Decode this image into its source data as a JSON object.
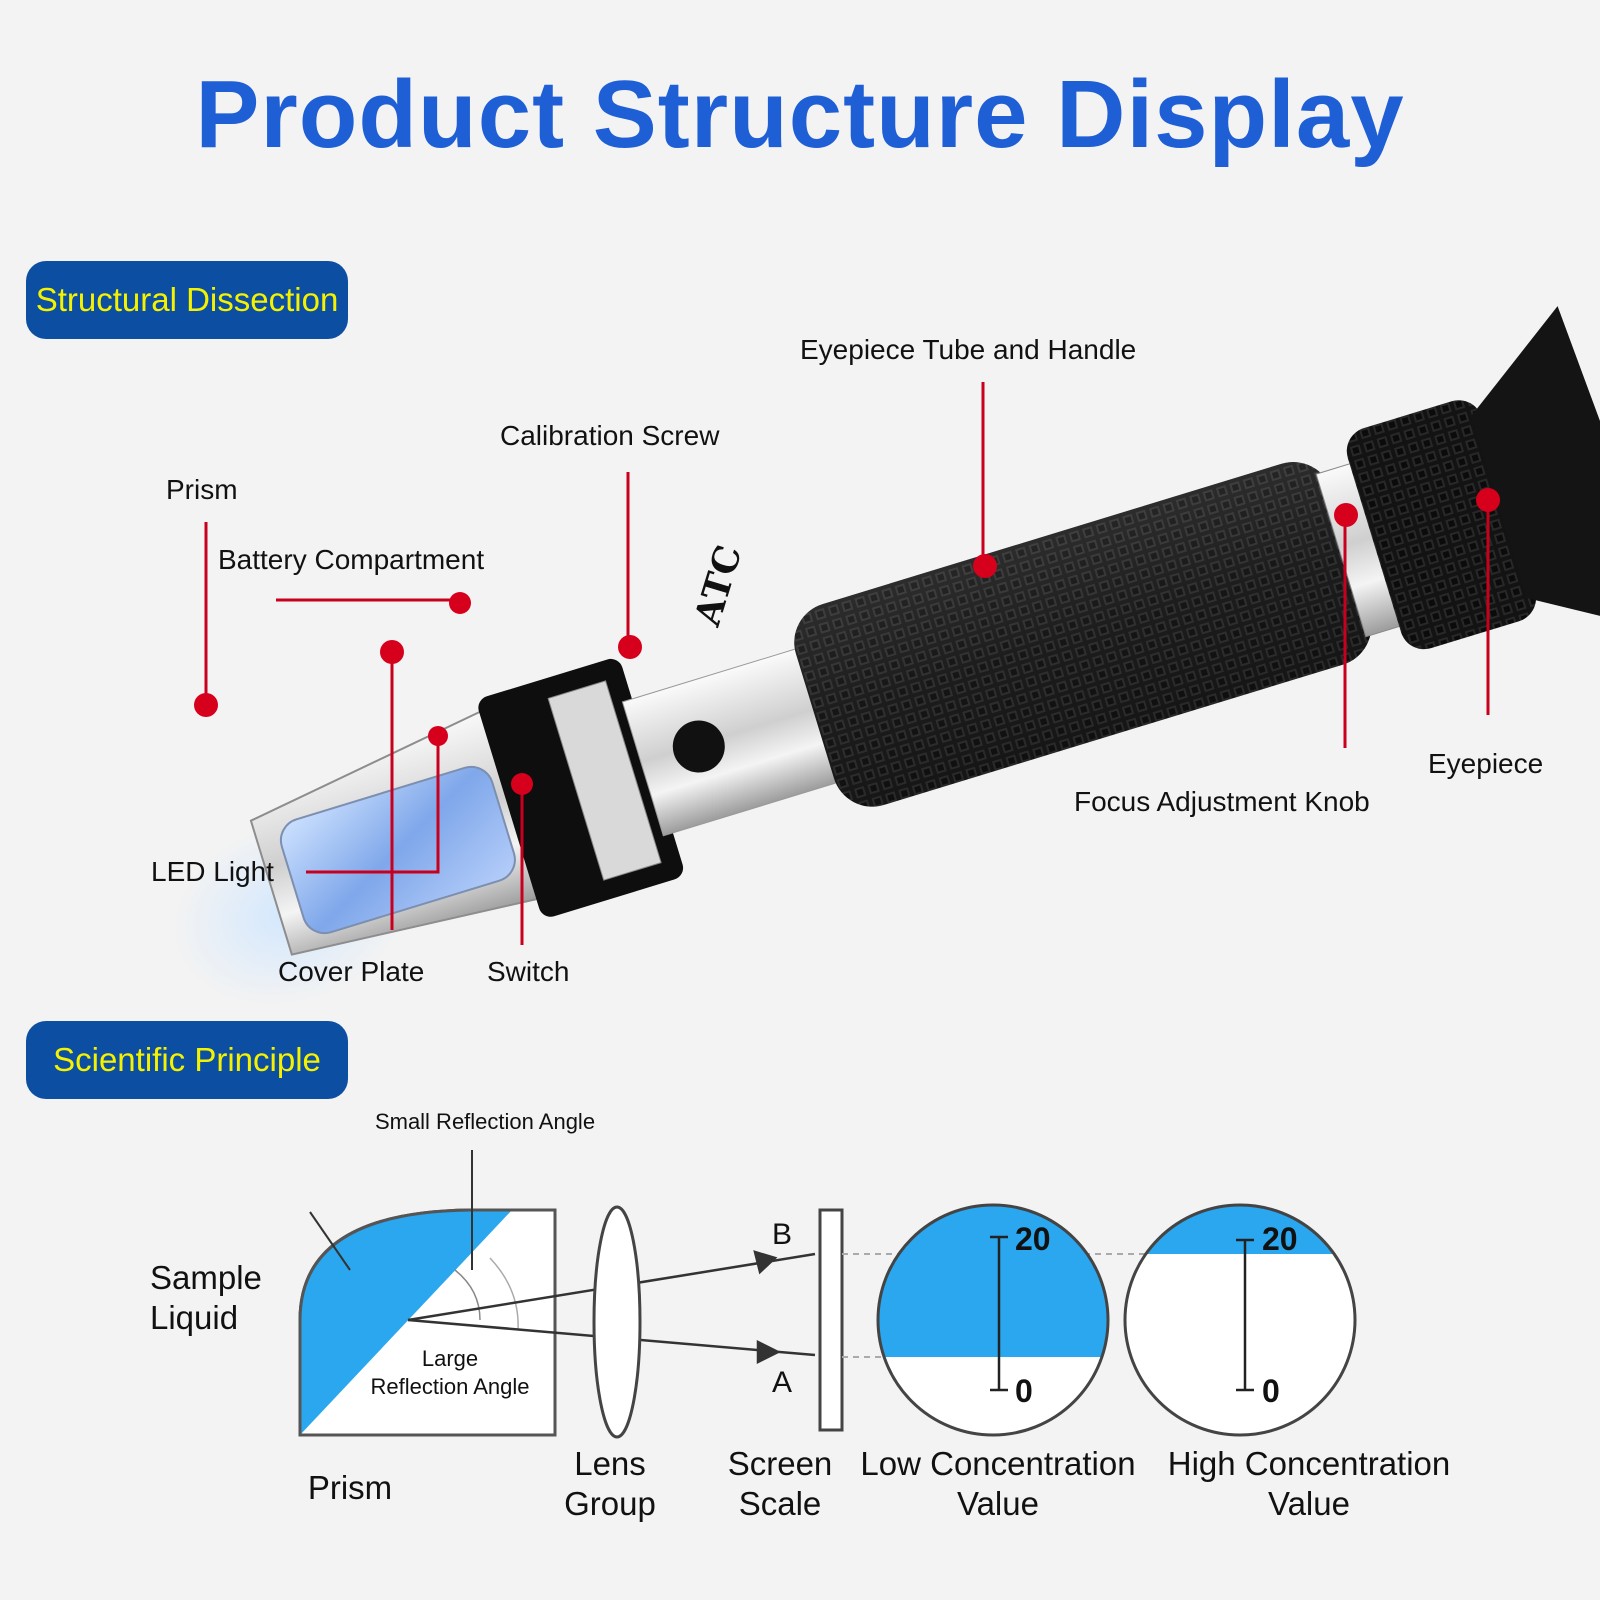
{
  "title": "Product Structure Display",
  "sections": {
    "structural": "Structural Dissection",
    "scientific": "Scientific Principle"
  },
  "parts": {
    "prism": "Prism",
    "battery": "Battery Compartment",
    "calibration": "Calibration Screw",
    "eyepiece_tube": "Eyepiece Tube and Handle",
    "led": "LED Light",
    "cover": "Cover Plate",
    "switch": "Switch",
    "focus": "Focus Adjustment Knob",
    "eyepiece": "Eyepiece",
    "atc_mark": "ATC"
  },
  "principle": {
    "sample_liquid": [
      "Sample",
      "Liquid"
    ],
    "small_angle": "Small Reflection Angle",
    "large_angle": [
      "Large",
      "Reflection Angle"
    ],
    "prism": "Prism",
    "lens_group": [
      "Lens",
      "Group"
    ],
    "screen_scale": [
      "Screen",
      "Scale"
    ],
    "low_value": [
      "Low Concentration",
      "Value"
    ],
    "high_value": [
      "High Concentration",
      "Value"
    ],
    "ray_b": "B",
    "ray_a": "A",
    "scale_top": "20",
    "scale_bottom": "0"
  },
  "colors": {
    "title": "#1f5fd6",
    "badge_bg": "#0b4ea2",
    "badge_text": "#f5f200",
    "callout": "#c8001e",
    "liquid": "#2aa7ef"
  }
}
